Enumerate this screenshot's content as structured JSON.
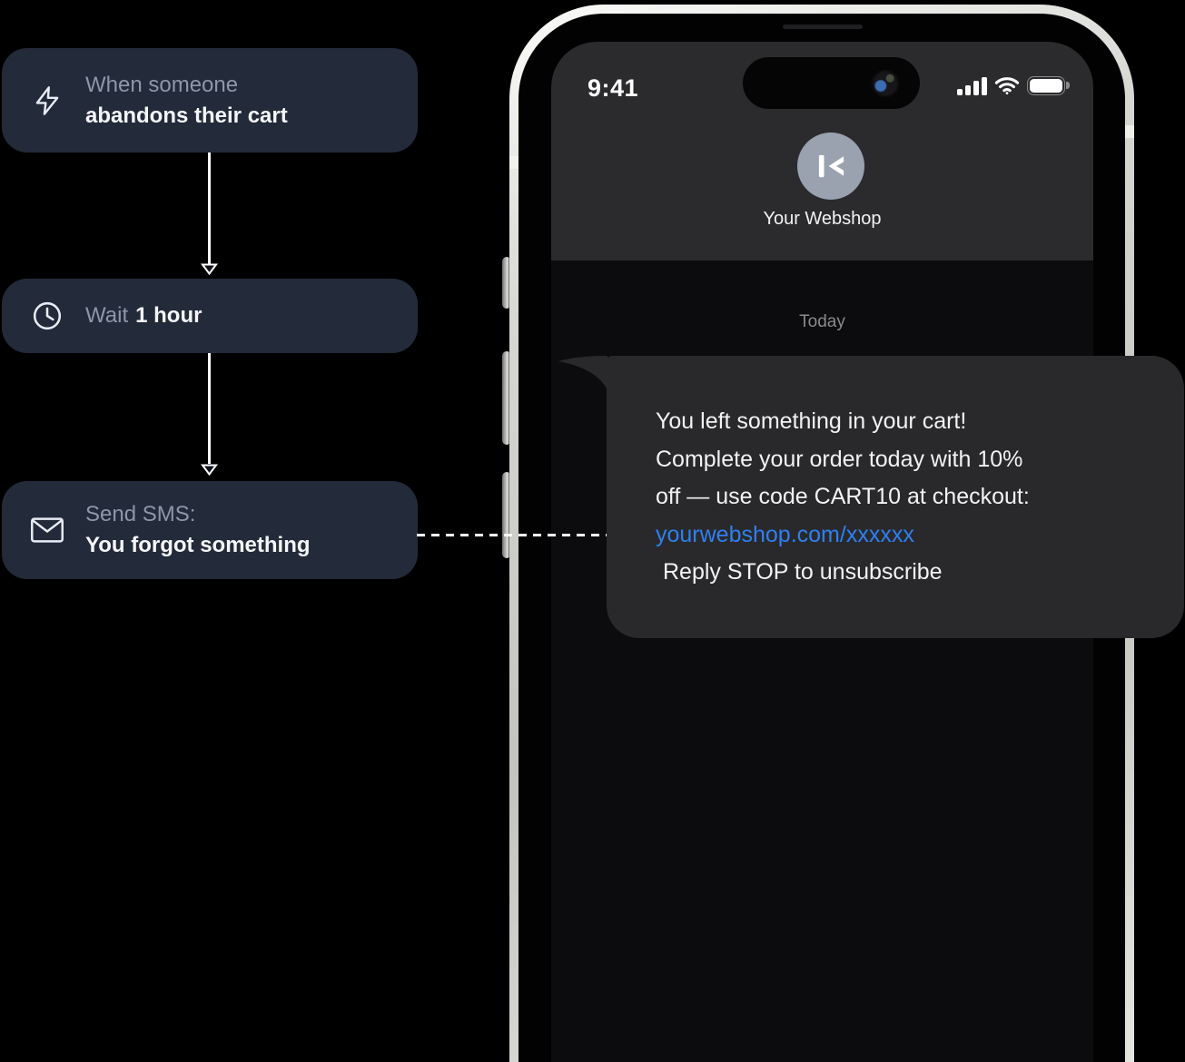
{
  "flow": {
    "steps": [
      {
        "id": "trigger",
        "icon": "lightning-bolt-icon",
        "label_muted": "When someone",
        "label_bold": "abandons their cart"
      },
      {
        "id": "wait",
        "icon": "clock-icon",
        "label_muted": "Wait",
        "label_bold": "1 hour"
      },
      {
        "id": "send-sms",
        "icon": "envelope-icon",
        "label_muted": "Send SMS:",
        "label_bold": "You forgot something"
      }
    ]
  },
  "phone": {
    "status_bar": {
      "time": "9:41",
      "icons": [
        "cellular-signal-icon",
        "wifi-icon",
        "battery-full-icon"
      ]
    },
    "contact": {
      "name": "Your Webshop",
      "avatar_icon": "klaviyo-flag-logo"
    },
    "conversation": {
      "date_label": "Today",
      "message": {
        "lines": [
          "You left something in your cart!",
          "Complete your order today with 10%",
          "off — use code CART10 at checkout:"
        ],
        "link": "yourwebshop.com/xxxxxx",
        "footer": "Reply STOP to unsubscribe"
      }
    }
  },
  "colors": {
    "card_bg": "#232A39",
    "card_text_muted": "#8E96AA",
    "card_text_bold": "#F4F6F9",
    "connector": "#FFFFFF",
    "bubble_bg": "#29292C",
    "bubble_text": "#F2F2F4",
    "link": "#2E80F0",
    "header_bg": "#2B2B2D",
    "screen_bg": "#0C0C0E",
    "avatar_bg": "#9AA2B0",
    "date_label": "#8A8A8E"
  }
}
